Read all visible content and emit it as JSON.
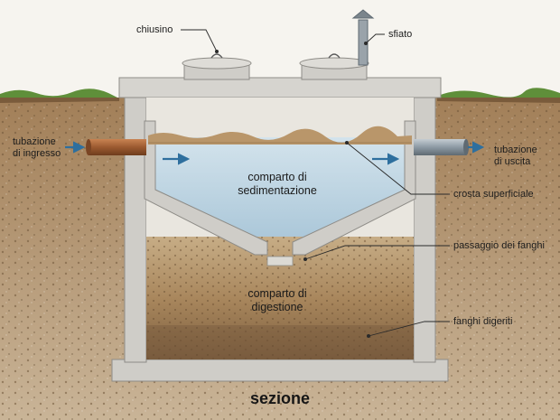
{
  "title": "sezione",
  "labels": {
    "chiusino": "chiusino",
    "sfiato": "sfiato",
    "inlet_line1": "tubazione",
    "inlet_line2": "di ingresso",
    "outlet_line1": "tubazione",
    "outlet_line2": "di uscita",
    "sedimentation_line1": "comparto di",
    "sedimentation_line2": "sedimentazione",
    "crust": "crosta superficiale",
    "sludge_passage": "passaggio dei fanghi",
    "digestion_line1": "comparto di",
    "digestion_line2": "digestione",
    "digested_sludge": "fanghi digeriti"
  },
  "colors": {
    "concrete": "#cfcdc8",
    "concrete_dark": "#a9a7a2",
    "water": "#b9d3e2",
    "crust": "#b9966a",
    "sludge": "#9c7a52",
    "soil": "#a98862",
    "grass": "#5f8f3a",
    "inlet_pipe": "#9c5a30",
    "outlet_pipe": "#8d9aa4",
    "arrow": "#2e6f9e"
  }
}
